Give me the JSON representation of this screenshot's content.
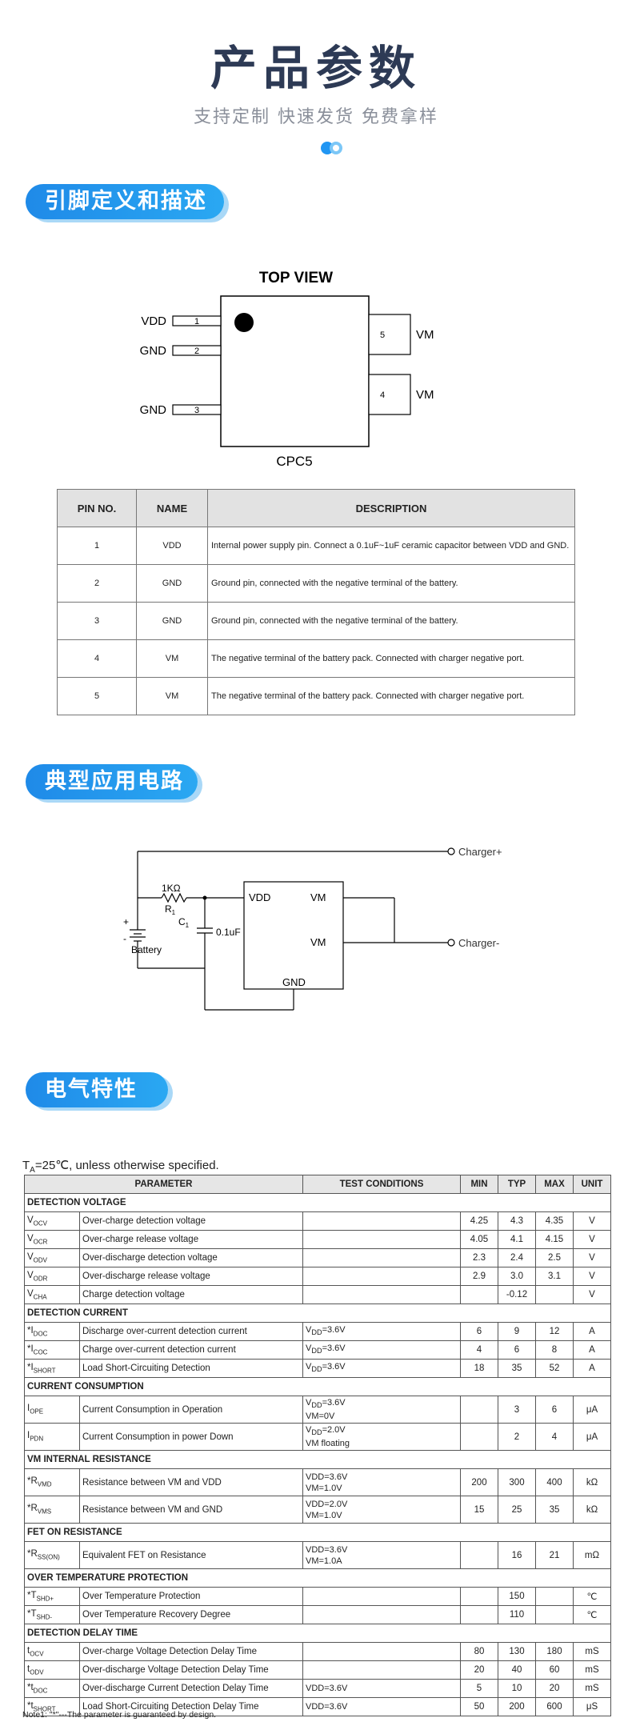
{
  "header": {
    "title": "产品参数",
    "subtitle": "支持定制 快速发货 免费拿样",
    "accent": "#1f8ae8"
  },
  "sections": {
    "pin": "引脚定义和描述",
    "circuit": "典型应用电路",
    "electrical": "电气特性"
  },
  "pinout": {
    "view_label": "TOP VIEW",
    "package": "CPC5",
    "pins": [
      {
        "num": "1",
        "name": "VDD"
      },
      {
        "num": "2",
        "name": "GND"
      },
      {
        "num": "3",
        "name": "GND"
      },
      {
        "num": "5",
        "name": "VM"
      },
      {
        "num": "4",
        "name": "VM"
      }
    ]
  },
  "pin_table": {
    "headers": [
      "PIN NO.",
      "NAME",
      "DESCRIPTION"
    ],
    "rows": [
      [
        "1",
        "VDD",
        "Internal power supply pin. Connect a 0.1uF~1uF ceramic capacitor between VDD and GND."
      ],
      [
        "2",
        "GND",
        "Ground pin, connected with the negative terminal of the battery."
      ],
      [
        "3",
        "GND",
        "Ground pin, connected with the negative terminal of the battery."
      ],
      [
        "4",
        "VM",
        "The negative terminal of the battery pack. Connected with charger negative port."
      ],
      [
        "5",
        "VM",
        "The negative terminal of the battery pack. Connected with charger negative port."
      ]
    ]
  },
  "circuit": {
    "charger_pos": "Charger+",
    "charger_neg": "Charger-",
    "resistor_value": "1KΩ",
    "resistor_name": "R",
    "resistor_sub": "1",
    "cap_name": "C",
    "cap_sub": "1",
    "cap_value": "0.1uF",
    "battery": "Battery",
    "plus": "+",
    "minus": "-",
    "ic_vdd": "VDD",
    "ic_vm1": "VM",
    "ic_vm2": "VM",
    "ic_gnd": "GND"
  },
  "spec": {
    "note_prefix": "T",
    "note_sub": "A",
    "note_rest": "=25℃, unless otherwise specified.",
    "headers": [
      "PARAMETER",
      "TEST CONDITIONS",
      "MIN",
      "TYP",
      "MAX",
      "UNIT"
    ],
    "groups": [
      {
        "title": "DETECTION VOLTAGE",
        "rows": [
          {
            "sym": "V",
            "sub": "OCV",
            "param": "Over-charge detection voltage",
            "cond": "",
            "min": "4.25",
            "typ": "4.3",
            "max": "4.35",
            "unit": "V"
          },
          {
            "sym": "V",
            "sub": "OCR",
            "param": "Over-charge release voltage",
            "cond": "",
            "min": "4.05",
            "typ": "4.1",
            "max": "4.15",
            "unit": "V"
          },
          {
            "sym": "V",
            "sub": "ODV",
            "param": "Over-discharge detection voltage",
            "cond": "",
            "min": "2.3",
            "typ": "2.4",
            "max": "2.5",
            "unit": "V"
          },
          {
            "sym": "V",
            "sub": "ODR",
            "param": "Over-discharge release voltage",
            "cond": "",
            "min": "2.9",
            "typ": "3.0",
            "max": "3.1",
            "unit": "V"
          },
          {
            "sym": "V",
            "sub": "CHA",
            "param": "Charge detection voltage",
            "cond": "",
            "min": "",
            "typ": "-0.12",
            "max": "",
            "unit": "V"
          }
        ]
      },
      {
        "title": "DETECTION CURRENT",
        "rows": [
          {
            "sym": "*I",
            "sub": "DOC",
            "param": "Discharge over-current detection current",
            "cond": "V<sub>DD</sub>=3.6V",
            "min": "6",
            "typ": "9",
            "max": "12",
            "unit": "A"
          },
          {
            "sym": "*I",
            "sub": "COC",
            "param": "Charge over-current detection current",
            "cond": "V<sub>DD</sub>=3.6V",
            "min": "4",
            "typ": "6",
            "max": "8",
            "unit": "A"
          },
          {
            "sym": "*I",
            "sub": "SHORT",
            "param": "Load Short-Circuiting Detection",
            "cond": "V<sub>DD</sub>=3.6V",
            "min": "18",
            "typ": "35",
            "max": "52",
            "unit": "A"
          }
        ]
      },
      {
        "title": "CURRENT CONSUMPTION",
        "rows": [
          {
            "sym": "I",
            "sub": "OPE",
            "param": "Current Consumption in Operation",
            "cond": "V<sub>DD</sub>=3.6V<br>VM=0V",
            "min": "",
            "typ": "3",
            "max": "6",
            "unit": "μA",
            "tall": true
          },
          {
            "sym": "I",
            "sub": "PDN",
            "param": "Current Consumption in power Down",
            "cond": "V<sub>DD</sub>=2.0V<br>VM floating",
            "min": "",
            "typ": "2",
            "max": "4",
            "unit": "μA",
            "tall": true
          }
        ]
      },
      {
        "title": "VM INTERNAL RESISTANCE",
        "rows": [
          {
            "sym": "*R",
            "sub": "VMD",
            "param": "Resistance between VM and VDD",
            "cond": "VDD=3.6V<br>VM=1.0V",
            "min": "200",
            "typ": "300",
            "max": "400",
            "unit": "kΩ",
            "tall": true
          },
          {
            "sym": "*R",
            "sub": "VMS",
            "param": "Resistance between VM and GND",
            "cond": "VDD=2.0V<br>VM=1.0V",
            "min": "15",
            "typ": "25",
            "max": "35",
            "unit": "kΩ",
            "tall": true
          }
        ]
      },
      {
        "title": "FET ON RESISTANCE",
        "rows": [
          {
            "sym": "*R",
            "sub": "SS(ON)",
            "param": "Equivalent FET on Resistance",
            "cond": "VDD=3.6V<br>VM=1.0A",
            "min": "",
            "typ": "16",
            "max": "21",
            "unit": "mΩ",
            "tall": true
          }
        ]
      },
      {
        "title": "OVER TEMPERATURE PROTECTION",
        "rows": [
          {
            "sym": "*T",
            "sub": "SHD+",
            "param": "Over Temperature Protection",
            "cond": "",
            "min": "",
            "typ": "150",
            "max": "",
            "unit": "℃"
          },
          {
            "sym": "*T",
            "sub": "SHD-",
            "param": "Over Temperature Recovery Degree",
            "cond": "",
            "min": "",
            "typ": "110",
            "max": "",
            "unit": "℃"
          }
        ]
      },
      {
        "title": "DETECTION DELAY TIME",
        "rows": [
          {
            "sym": "t",
            "sub": "OCV",
            "param": "Over-charge Voltage Detection Delay Time",
            "cond": "",
            "min": "80",
            "typ": "130",
            "max": "180",
            "unit": "mS"
          },
          {
            "sym": "t",
            "sub": "ODV",
            "param": "Over-discharge Voltage Detection Delay Time",
            "cond": "",
            "min": "20",
            "typ": "40",
            "max": "60",
            "unit": "mS"
          },
          {
            "sym": "*t",
            "sub": "DOC",
            "param": "Over-discharge Current Detection Delay Time",
            "cond": "VDD=3.6V",
            "min": "5",
            "typ": "10",
            "max": "20",
            "unit": "mS"
          },
          {
            "sym": "*t",
            "sub": "SHORT",
            "param": "Load Short-Circuiting Detection Delay Time",
            "cond": "VDD=3.6V",
            "min": "50",
            "typ": "200",
            "max": "600",
            "unit": "μS"
          }
        ]
      }
    ],
    "footnote": "Note1: \"*\"---The parameter is guaranteed by design."
  }
}
